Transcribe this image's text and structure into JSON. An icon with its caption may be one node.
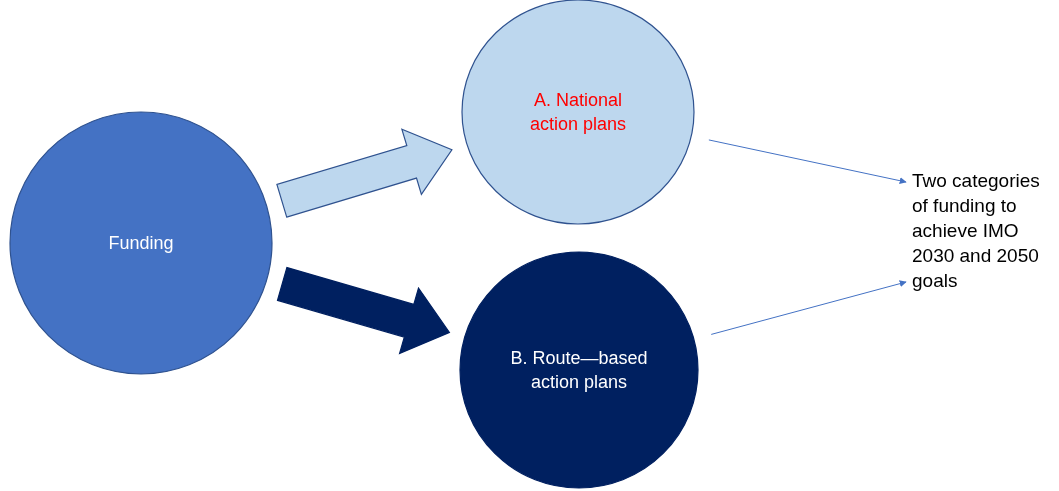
{
  "diagram": {
    "nodes": [
      {
        "text": [
          "Funding"
        ]
      },
      {
        "text": [
          "A. National action plans"
        ]
      },
      {
        "text": [
          "B. Route—based action plans"
        ]
      },
      {
        "text": [
          "Two categories of funding to achieve IMO 2030 and 2050 goals"
        ]
      }
    ],
    "edges": [
      {
        "from": 0,
        "to": 1,
        "arrow": "to",
        "style": "thick",
        "color": "#bdd7ee"
      },
      {
        "from": 0,
        "to": 2,
        "arrow": "to",
        "style": "thick",
        "color": "#002060"
      },
      {
        "from": 1,
        "to": 3,
        "arrow": "to",
        "color": "#4472c4"
      },
      {
        "from": 2,
        "to": 3,
        "arrow": "to",
        "color": "#4472c4"
      }
    ]
  }
}
